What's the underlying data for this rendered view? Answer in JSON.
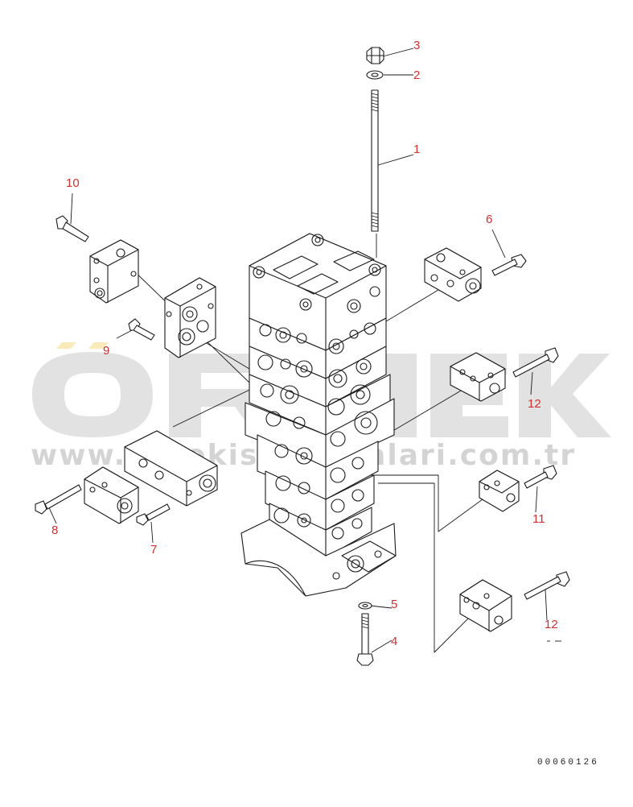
{
  "callouts": [
    {
      "id": "1",
      "label": "1"
    },
    {
      "id": "2",
      "label": "2"
    },
    {
      "id": "3",
      "label": "3"
    },
    {
      "id": "4",
      "label": "4"
    },
    {
      "id": "5",
      "label": "5"
    },
    {
      "id": "6",
      "label": "6"
    },
    {
      "id": "7",
      "label": "7"
    },
    {
      "id": "8",
      "label": "8"
    },
    {
      "id": "9",
      "label": "9"
    },
    {
      "id": "10",
      "label": "10"
    },
    {
      "id": "11",
      "label": "11"
    },
    {
      "id": "12a",
      "label": "12"
    },
    {
      "id": "12b",
      "label": "12"
    }
  ],
  "watermark": {
    "brand": "ÖRNEK",
    "url": "www.ornekismakinalari.com.tr"
  },
  "drawing_number": "00060126",
  "colors": {
    "callout": "#d03030",
    "line": "#1a1a1a",
    "watermark": "#bfbfbf",
    "accent": "#f0c23a"
  }
}
